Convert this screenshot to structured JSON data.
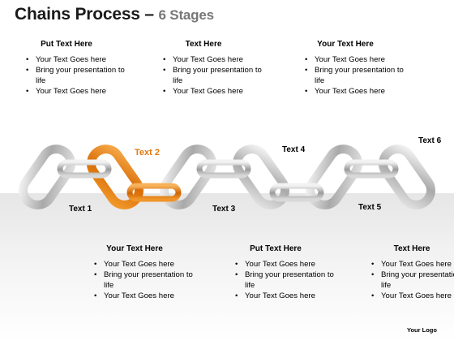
{
  "title": {
    "main": "Chains Process",
    "dash": " – ",
    "sub": "6 Stages"
  },
  "colors": {
    "accent": "#e07b10",
    "link": "#c8c8c8"
  },
  "text_blocks_top": [
    {
      "heading": "Put Text Here",
      "bullets": [
        "Your Text Goes here",
        "Bring your presentation to life",
        "Your Text Goes here"
      ]
    },
    {
      "heading": "Text Here",
      "bullets": [
        "Your Text Goes here",
        "Bring your presentation to life",
        "Your Text Goes here"
      ]
    },
    {
      "heading": "Your Text Here",
      "bullets": [
        "Your Text Goes here",
        "Bring your presentation to life",
        "Your Text Goes here"
      ]
    }
  ],
  "text_blocks_bottom": [
    {
      "heading": "Your Text Here",
      "bullets": [
        "Your Text Goes here",
        "Bring your presentation to life",
        "Your Text Goes here"
      ]
    },
    {
      "heading": "Put Text Here",
      "bullets": [
        "Your Text Goes here",
        "Bring your presentation to life",
        "Your Text Goes here"
      ]
    },
    {
      "heading": "Text Here",
      "bullets": [
        "Your Text Goes here",
        "Bring your presentation to life",
        "Your Text Goes here"
      ]
    }
  ],
  "stages": {
    "s1": "Text 1",
    "s2": "Text 2",
    "s3": "Text 3",
    "s4": "Text 4",
    "s5": "Text 5",
    "s6": "Text 6"
  },
  "logo": "Your Logo"
}
